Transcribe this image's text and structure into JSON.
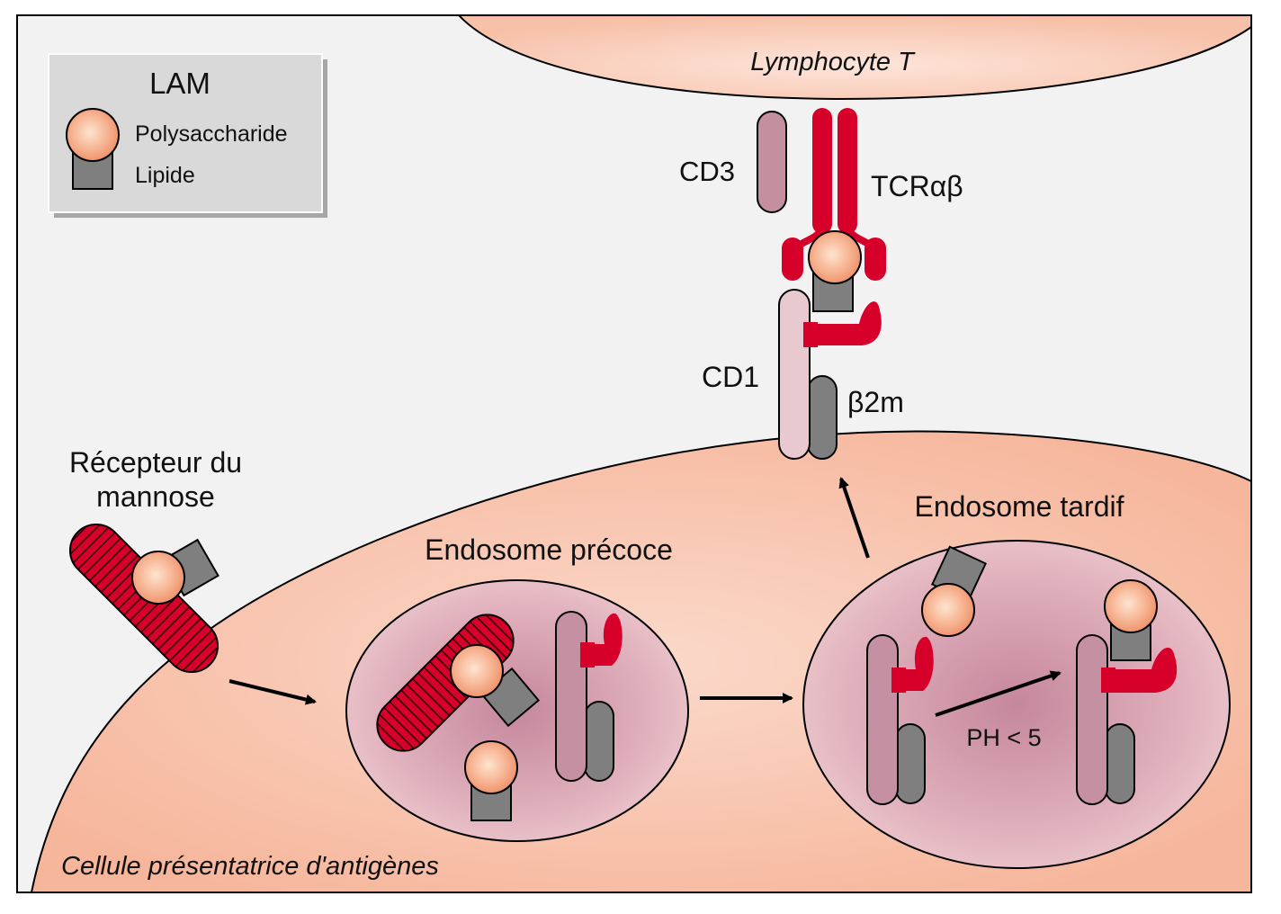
{
  "colors": {
    "background": "#f2f2f2",
    "cell": "#f6b69c",
    "cell_light": "#fbd9ca",
    "endosome": "#e2b1bd",
    "endosome_center": "#c5879c",
    "red": "#d6002a",
    "cd3": "#c4909f",
    "cd1": "#e8c9d0",
    "mhc": "#c490a2",
    "gray": "#7f7f7f",
    "sphere_center": "#fde4cf",
    "sphere_edge": "#ee8c64",
    "legend_bg": "#d9d9d9"
  },
  "legend": {
    "title": "LAM",
    "polysaccharide": "Polysaccharide",
    "lipide": "Lipide"
  },
  "labels": {
    "lymphocyte": "Lymphocyte T",
    "apc": "Cellule présentatrice d'antigènes",
    "cd3": "CD3",
    "tcr": "TCRαβ",
    "cd1": "CD1",
    "b2m": "β2m",
    "receptor_line1": "Récepteur du",
    "receptor_line2": "mannose",
    "early_endosome": "Endosome précoce",
    "late_endosome": "Endosome tardif",
    "ph": "PH < 5"
  }
}
